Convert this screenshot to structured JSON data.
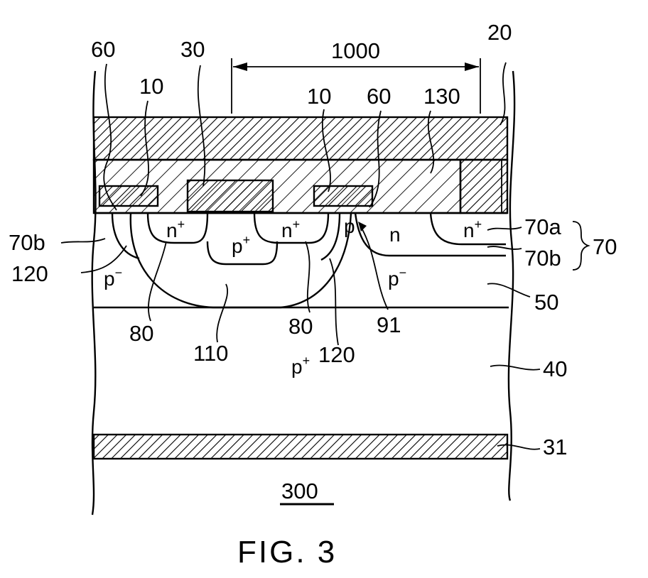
{
  "figure": {
    "caption": "FIG. 3",
    "substrate_label": "300"
  },
  "reference_numerals": {
    "r60_left": "60",
    "r30": "30",
    "r1000": "1000",
    "r20": "20",
    "r10_left": "10",
    "r10_mid": "10",
    "r60_mid": "60",
    "r130": "130",
    "r70b_left": "70b",
    "r120_left": "120",
    "r70a": "70a",
    "r70": "70",
    "r70b_right": "70b",
    "r50": "50",
    "r80_left": "80",
    "r80_mid": "80",
    "r91": "91",
    "r110": "110",
    "r120_mid": "120",
    "r40": "40",
    "r31": "31"
  },
  "doping_labels": {
    "n_plus_1": "n",
    "n_plus_2": "n",
    "n_plus_3": "n",
    "p_plus_region": "p",
    "p_plus_substrate": "p",
    "p_small": "p",
    "n_region": "n",
    "p_minus_left": "p",
    "p_minus_right": "p",
    "sup_plus": "+",
    "sup_minus": "−"
  },
  "colors": {
    "ink": "#000000",
    "background": "#ffffff"
  }
}
